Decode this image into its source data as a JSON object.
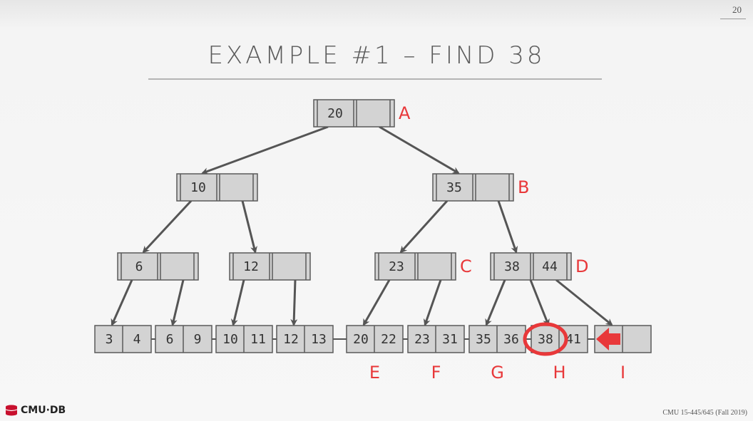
{
  "slide": {
    "number": "20",
    "title": "EXAMPLE #1 – FIND 38",
    "footer_logo": "CMU·DB",
    "footer_course": "CMU 15-445/645 (Fall 2019)"
  },
  "colors": {
    "node_fill": "#d3d3d3",
    "node_stroke": "#5a5a5a",
    "highlight": "#e8383a"
  },
  "tree": {
    "inner_nodes": [
      {
        "id": "root",
        "keys": [
          "20",
          ""
        ],
        "label": "A"
      },
      {
        "id": "n10",
        "keys": [
          "10",
          ""
        ],
        "label": ""
      },
      {
        "id": "n35",
        "keys": [
          "35",
          ""
        ],
        "label": "B"
      },
      {
        "id": "n6",
        "keys": [
          "6",
          ""
        ],
        "label": ""
      },
      {
        "id": "n12",
        "keys": [
          "12",
          ""
        ],
        "label": ""
      },
      {
        "id": "n23",
        "keys": [
          "23",
          ""
        ],
        "label": "C"
      },
      {
        "id": "n38",
        "keys": [
          "38",
          "44"
        ],
        "label": "D"
      }
    ],
    "leaves": [
      {
        "keys": [
          "3",
          "4"
        ],
        "label": ""
      },
      {
        "keys": [
          "6",
          "9"
        ],
        "label": ""
      },
      {
        "keys": [
          "10",
          "11"
        ],
        "label": ""
      },
      {
        "keys": [
          "12",
          "13"
        ],
        "label": ""
      },
      {
        "keys": [
          "20",
          "22"
        ],
        "label": "E"
      },
      {
        "keys": [
          "23",
          "31"
        ],
        "label": "F"
      },
      {
        "keys": [
          "35",
          "36"
        ],
        "label": "G"
      },
      {
        "keys": [
          "38",
          "41"
        ],
        "label": "H"
      },
      {
        "keys": [
          "",
          ""
        ],
        "label": "I"
      }
    ],
    "search_key": "38"
  }
}
